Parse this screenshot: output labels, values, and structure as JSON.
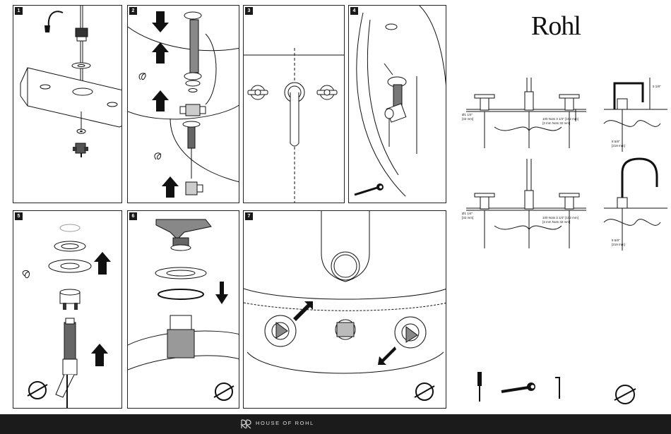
{
  "brand": {
    "logo": "Rohl"
  },
  "footer": {
    "text": "HOUSE OF ROHL"
  },
  "steps": [
    {
      "number": "1"
    },
    {
      "number": "2"
    },
    {
      "number": "3"
    },
    {
      "number": "4"
    },
    {
      "number": "5"
    },
    {
      "number": "6"
    },
    {
      "number": "7"
    }
  ],
  "specs": {
    "top": {
      "left_dim": "Ø1 1/4\"",
      "left_dim_mm": "[32 mm]",
      "center_dim": "100 Nots 3 1/4\"  [102 mm]",
      "center_dim_mm": "[3 mm Nots 32 mm]",
      "right_dim": "8 5/8\"",
      "right_dim_mm": "[219 mm]",
      "height_dim": "5 1/8\""
    },
    "bottom": {
      "left_dim": "Ø1 1/4\"",
      "left_dim_mm": "[32 mm]",
      "center_dim": "100 Nots 3 1/4\"  [102 mm]",
      "center_dim_mm": "[3 mm Nots 32 mm]",
      "right_dim": "8 5/8\"",
      "right_dim_mm": "[219 mm]"
    }
  },
  "tools": [
    "screwdriver-icon",
    "wrench-icon",
    "hex-key-icon",
    "no-plumbers-tape-icon"
  ]
}
